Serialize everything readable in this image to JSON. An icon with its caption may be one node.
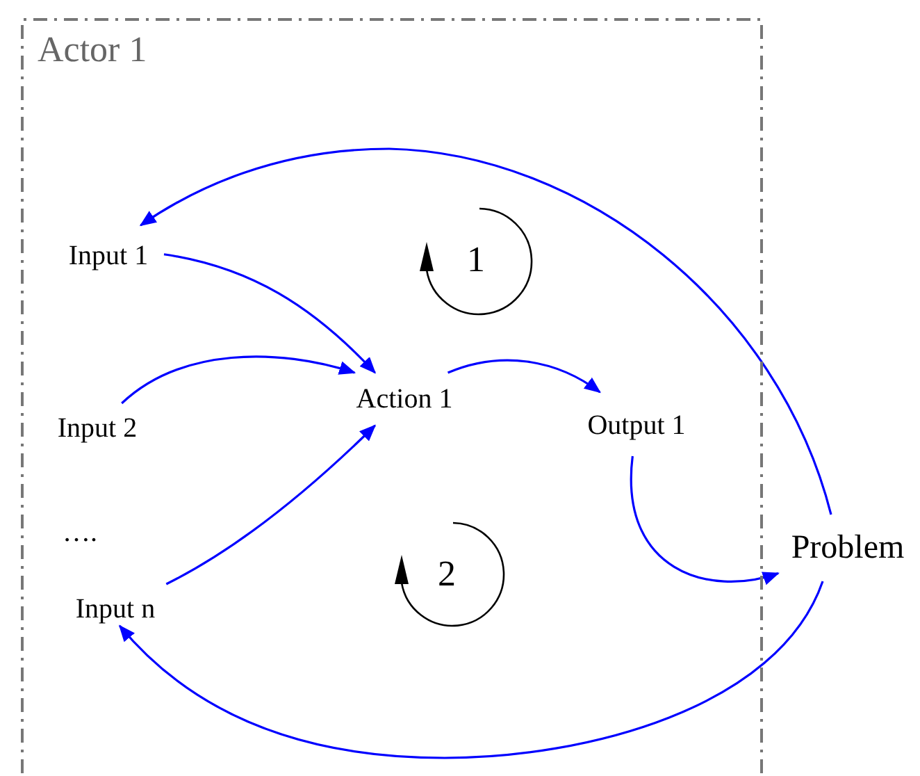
{
  "diagram": {
    "nodes": [
      {
        "text": [
          "Actor 1"
        ]
      },
      {
        "text": [
          "Input 1"
        ],
        "in": 0
      },
      {
        "text": [
          "Input 2"
        ],
        "in": 0
      },
      {
        "text": [
          "Action 1"
        ],
        "in": 0
      },
      {
        "text": [
          "Output 1"
        ],
        "in": 0
      },
      {
        "text": [
          "Input n"
        ],
        "in": 0
      },
      {
        "text": [
          "Problem"
        ]
      }
    ],
    "edges": [
      {
        "from": 1,
        "to": 3,
        "arrow": "to"
      },
      {
        "from": 2,
        "to": 3,
        "arrow": "to"
      },
      {
        "from": 5,
        "to": 3,
        "arrow": "to"
      },
      {
        "from": 3,
        "to": 4,
        "arrow": "to"
      },
      {
        "from": 4,
        "to": 6,
        "arrow": "to"
      },
      {
        "from": 6,
        "to": 1,
        "arrow": "to"
      },
      {
        "from": 6,
        "to": 5,
        "arrow": "to"
      }
    ],
    "labels": [
      "1",
      "….",
      "2"
    ]
  }
}
